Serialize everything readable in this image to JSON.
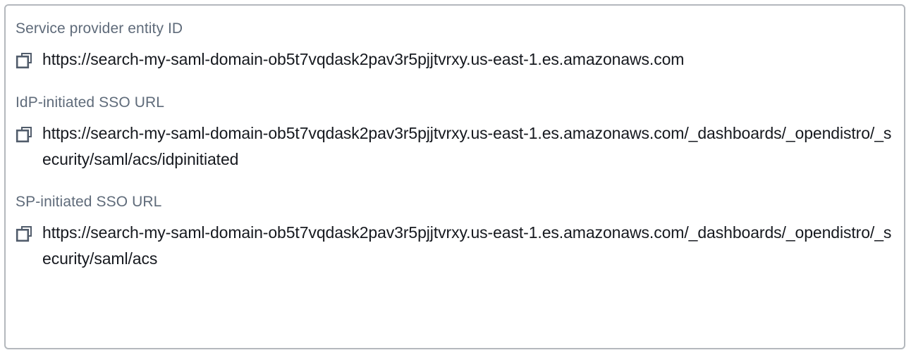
{
  "panel": {
    "border_color": "#b4b8bd",
    "background": "#ffffff"
  },
  "colors": {
    "label_text": "#5f6b7a",
    "value_text": "#16191f",
    "icon": "#515c6b"
  },
  "fields": [
    {
      "label": "Service provider entity ID",
      "value": "https://search-my-saml-domain-ob5t7vqdask2pav3r5pjjtvrxy.us-east-1.es.amazonaws.com",
      "icon": "copy-icon"
    },
    {
      "label": "IdP-initiated SSO URL",
      "value": "https://search-my-saml-domain-ob5t7vqdask2pav3r5pjjtvrxy.us-east-1.es.amazonaws.com/_dashboards/_opendistro/_security/saml/acs/idpinitiated",
      "icon": "copy-icon"
    },
    {
      "label": "SP-initiated SSO URL",
      "value": "https://search-my-saml-domain-ob5t7vqdask2pav3r5pjjtvrxy.us-east-1.es.amazonaws.com/_dashboards/_opendistro/_security/saml/acs",
      "icon": "copy-icon"
    }
  ]
}
